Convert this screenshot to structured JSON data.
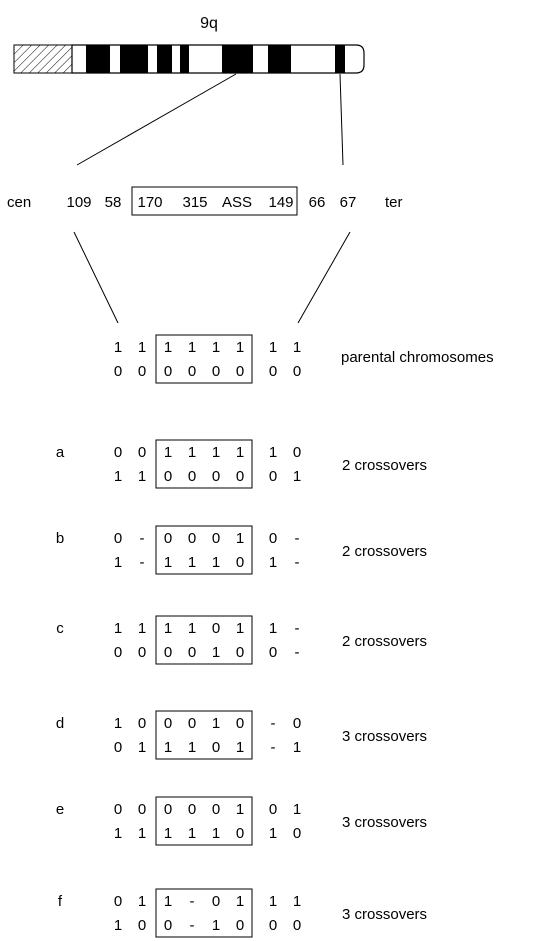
{
  "title": "9q",
  "marker_row": {
    "cen": "cen",
    "ter": "ter",
    "markers": [
      "109",
      "58",
      "170",
      "315",
      "ASS",
      "149",
      "66",
      "67"
    ]
  },
  "parental": {
    "label": "parental chromosomes",
    "row1": [
      "1",
      "1",
      "1",
      "1",
      "1",
      "1",
      "1",
      "1"
    ],
    "row2": [
      "0",
      "0",
      "0",
      "0",
      "0",
      "0",
      "0",
      "0"
    ]
  },
  "cases": [
    {
      "letter": "a",
      "label": "2 crossovers",
      "row1": [
        "0",
        "0",
        "1",
        "1",
        "1",
        "1",
        "1",
        "0"
      ],
      "row2": [
        "1",
        "1",
        "0",
        "0",
        "0",
        "0",
        "0",
        "1"
      ]
    },
    {
      "letter": "b",
      "label": "2 crossovers",
      "row1": [
        "0",
        "-",
        "0",
        "0",
        "0",
        "1",
        "0",
        "-"
      ],
      "row2": [
        "1",
        "-",
        "1",
        "1",
        "1",
        "0",
        "1",
        "-"
      ]
    },
    {
      "letter": "c",
      "label": "2 crossovers",
      "row1": [
        "1",
        "1",
        "1",
        "1",
        "0",
        "1",
        "1",
        "-"
      ],
      "row2": [
        "0",
        "0",
        "0",
        "0",
        "1",
        "0",
        "0",
        "-"
      ]
    },
    {
      "letter": "d",
      "label": "3 crossovers",
      "row1": [
        "1",
        "0",
        "0",
        "0",
        "1",
        "0",
        "-",
        "0"
      ],
      "row2": [
        "0",
        "1",
        "1",
        "1",
        "0",
        "1",
        "-",
        "1"
      ]
    },
    {
      "letter": "e",
      "label": "3 crossovers",
      "row1": [
        "0",
        "0",
        "0",
        "0",
        "0",
        "1",
        "0",
        "1"
      ],
      "row2": [
        "1",
        "1",
        "1",
        "1",
        "1",
        "0",
        "1",
        "0"
      ]
    },
    {
      "letter": "f",
      "label": "3 crossovers",
      "row1": [
        "0",
        "1",
        "1",
        "-",
        "0",
        "1",
        "1",
        "1"
      ],
      "row2": [
        "1",
        "0",
        "0",
        "-",
        "1",
        "0",
        "0",
        "0"
      ]
    }
  ]
}
